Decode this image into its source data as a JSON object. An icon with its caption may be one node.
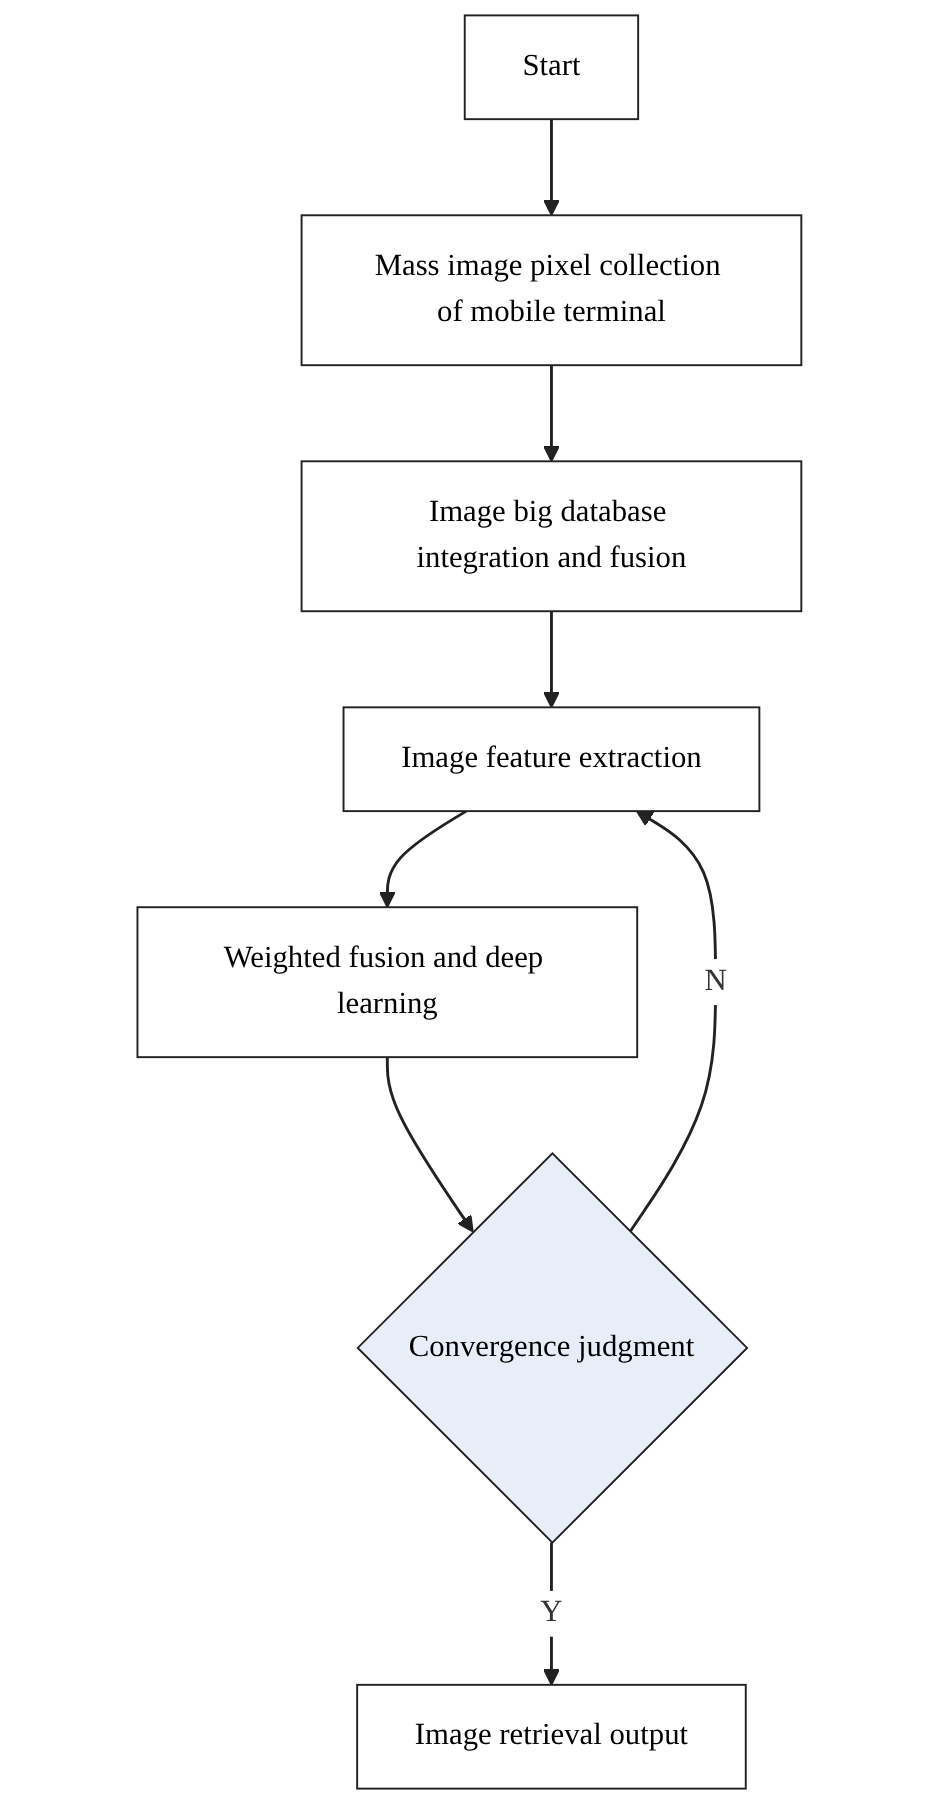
{
  "diagram": {
    "nodes": [
      {
        "text": [
          "Start"
        ]
      },
      {
        "text": [
          "Mass image pixel collection of mobile terminal"
        ]
      },
      {
        "text": [
          "Image big database integration and fusion"
        ]
      },
      {
        "text": [
          "Image feature extraction"
        ]
      },
      {
        "text": [
          "Weighted fusion and deep learning"
        ]
      },
      {
        "text": [
          "Convergence judgment"
        ]
      },
      {
        "text": [
          "Image retrieval output"
        ]
      }
    ],
    "edges": [
      {
        "from": 0,
        "to": 1,
        "arrow": "to"
      },
      {
        "from": 1,
        "to": 2,
        "arrow": "to"
      },
      {
        "from": 2,
        "to": 3,
        "arrow": "to"
      },
      {
        "from": 3,
        "to": 4,
        "arrow": "to"
      },
      {
        "from": 4,
        "to": 5,
        "arrow": "to"
      },
      {
        "from": 5,
        "to": 3,
        "label": "N",
        "arrow": "to"
      },
      {
        "from": 5,
        "to": 6,
        "label": "Y",
        "arrow": "to"
      }
    ]
  }
}
